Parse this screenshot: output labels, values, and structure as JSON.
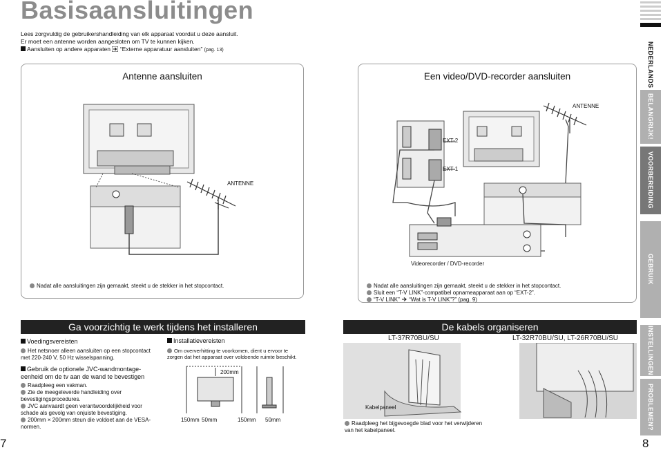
{
  "header": {
    "title": "Basisaansluitingen",
    "intro_line1": "Lees zorgvuldig de gebruikershandleiding van elk apparaat voordat u deze aansluit.",
    "intro_line2": "Er moet een antenne worden aangesloten om TV te kunnen kijken.",
    "intro_line3_a": "Aansluiten op andere apparaten",
    "intro_line3_b": "“Externe apparatuur aansluiten”",
    "intro_line3_c": "(pag. 13)"
  },
  "antenna_panel": {
    "title": "Antenne aansluiten",
    "antenna_label": "ANTENNE",
    "note": "Nadat alle aansluitingen zijn gemaakt, steekt u de stekker in het stopcontact."
  },
  "recorder_panel": {
    "title": "Een video/DVD-recorder aansluiten",
    "antenna_label": "ANTENNE",
    "ext2_label": "EXT-2",
    "ext1_label": "EXT-1",
    "device_label": "Videorecorder / DVD-recorder",
    "note1": "Nadat alle aansluitingen zijn gemaakt, steekt u de stekker in het stopcontact.",
    "note2": "Sluit een “T-V LINK”-compatibel opnameapparaat aan op “EXT-2”.",
    "note3_a": "“T-V LINK”",
    "note3_b": "“Wat is T-V LINK”?” (pag. 9)"
  },
  "caution_section": {
    "title": "Ga voorzichtig te werk tijdens het installeren",
    "power_heading": "Voedingsvereisten",
    "power_item": "Het netsnoer alleen aansluiten op een stopcontact met 220-240 V, 50 Hz wisselspanning.",
    "wall_heading": "Gebruik de optionele JVC-wandmontage-eenheid om de tv aan de wand te bevestigen",
    "wall_items": [
      "Raadpleeg een vakman.",
      "Zie de meegeleverde handleiding over bevestigingsprocedures.",
      "JVC aanvaardt geen verantwoordelijkheid voor schade als gevolg van onjuiste bevestiging.",
      "200mm × 200mm steun die voldoet aan de VESA-normen."
    ],
    "install_heading": "Installatievereisten",
    "install_item": "Om oververhitting te voorkomen, dient u ervoor te zorgen dat het apparaat over voldoende ruimte beschikt.",
    "dims": {
      "top": "200mm",
      "left": "150mm",
      "right": "50mm",
      "side_left": "150mm",
      "side_right": "50mm"
    }
  },
  "cables_section": {
    "title": "De kabels organiseren",
    "model_a": "LT-37R70BU/SU",
    "model_b": "LT-32R70BU/SU, LT-26R70BU/SU",
    "panel_label": "Kabelpaneel",
    "note": "Raadpleeg het bijgevoegde blad voor het verwijderen van het kabelpaneel."
  },
  "side_tabs": [
    "NEDERLANDS",
    "BELANGRIJK!",
    "VOORBEREIDING",
    "GEBRUIK",
    "INSTELLINGEN",
    "PROBLEMEN?"
  ],
  "page_numbers": {
    "left": "7",
    "right": "8"
  }
}
